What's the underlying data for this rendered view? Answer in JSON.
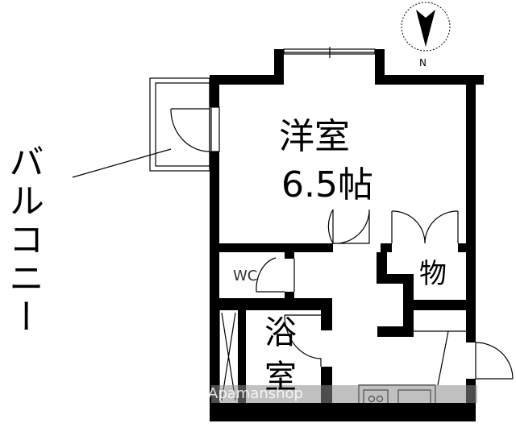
{
  "labels": {
    "western_room": "洋室",
    "western_room_size": "6.5帖",
    "wc": "WC",
    "storage": "物",
    "bath_1": "浴",
    "bath_2": "室",
    "balcony": "バルコニー",
    "north": "N",
    "watermark": "Apamanshop"
  },
  "colors": {
    "wall": "#000000",
    "watermark_band": "#8c8c8c"
  }
}
